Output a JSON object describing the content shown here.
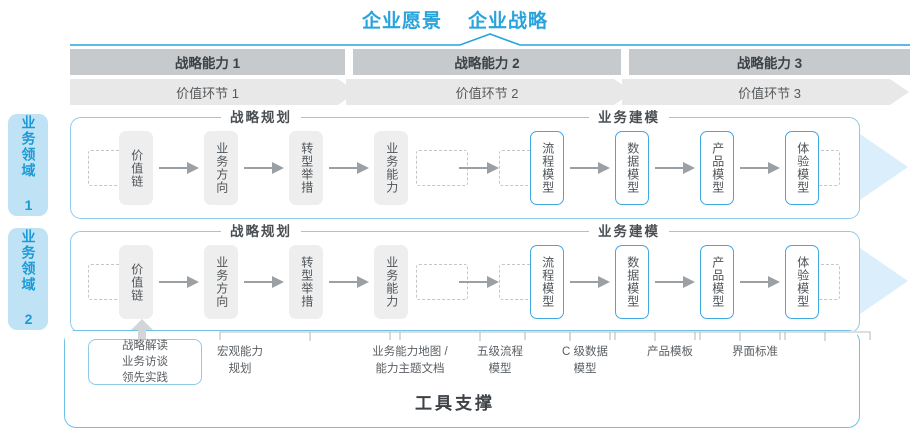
{
  "header": {
    "vision": "企业愿景",
    "strategy": "企业战略"
  },
  "capabilities": [
    {
      "label": "战略能力 1"
    },
    {
      "label": "战略能力 2"
    },
    {
      "label": "战略能力 3"
    }
  ],
  "value_links": [
    {
      "label": "价值环节 1"
    },
    {
      "label": "价值环节 2"
    },
    {
      "label": "价值环节 3"
    }
  ],
  "domains": [
    {
      "badge": "业务领域 1"
    },
    {
      "badge": "业务领域 2"
    }
  ],
  "sections": {
    "planning": "战略规划",
    "modeling": "业务建模"
  },
  "nodes": {
    "planning": [
      "价值链",
      "业务方向",
      "转型举措",
      "业务能力"
    ],
    "modeling": [
      "流程模型",
      "数据模型",
      "产品模型",
      "体验模型"
    ]
  },
  "tools": {
    "boxed": [
      "战略解读",
      "业务访谈",
      "领先实践"
    ],
    "labels": [
      "宏观能力\n规划",
      "业务能力地图 /\n能力主题文档",
      "五级流程\n模型",
      "C 级数据\n模型",
      "产品模板",
      "界面标准"
    ],
    "footer": "工具支撑"
  },
  "colors": {
    "accent_blue": "#29a3dc",
    "border_blue": "#8fcbe8",
    "band_blue": "#e8f4fb",
    "capability_gray": "#c7cacc",
    "value_gray": "#e8e8e8",
    "node_gray": "#eeeeee",
    "text_dark": "#3d4246"
  }
}
